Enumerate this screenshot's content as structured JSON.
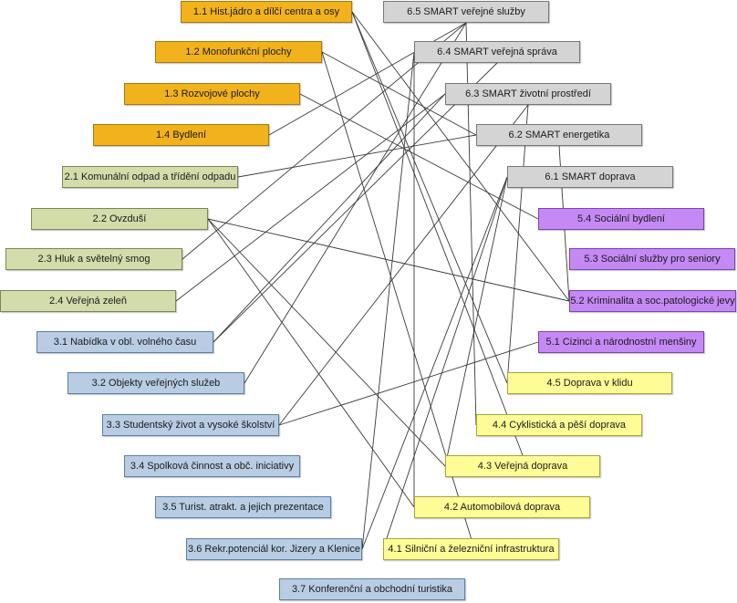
{
  "colors": {
    "group1": "#f2b21b",
    "group2": "#d3dcab",
    "group3": "#b8cde4",
    "group4": "#fdfc96",
    "group5": "#c589f5",
    "group6": "#d4d4d4",
    "connector": "#3a3a3a"
  },
  "nodes": {
    "n1_1": "1.1 Hist.jádro a dílčí centra a osy",
    "n1_2": "1.2 Monofunkční plochy",
    "n1_3": "1.3 Rozvojové plochy",
    "n1_4": "1.4 Bydlení",
    "n2_1": "2.1 Komunální odpad a třídění odpadu",
    "n2_2": "2.2 Ovzduší",
    "n2_3": "2.3 Hluk a světelný smog",
    "n2_4": "2.4 Veřejná zeleň",
    "n3_1": "3.1 Nabídka v obl. volného času",
    "n3_2": "3.2 Objekty veřejných služeb",
    "n3_3": "3.3 Studentský život a vysoké školství",
    "n3_4": "3.4 Spolková činnost a obč. iniciativy",
    "n3_5": "3.5 Turist. atrakt. a jejich prezentace",
    "n3_6": "3.6 Rekr.potenciál kor. Jizery a Klenice",
    "n3_7": "3.7 Konferenční a obchodní turistika",
    "n4_1": "4.1 Silniční a železniční infrastruktura",
    "n4_2": "4.2 Automobilová doprava",
    "n4_3": "4.3 Veřejná doprava",
    "n4_4": "4.4 Cyklistická a pěší doprava",
    "n4_5": "4.5 Doprava v klidu",
    "n5_1": "5.1 Cizinci a národnostní menšiny",
    "n5_2": "5.2 Kriminalita a soc.patologické jevy",
    "n5_3": "5.3 Sociální služby pro seniory",
    "n5_4": "5.4 Sociální bydlení",
    "n6_1": "6.1 SMART doprava",
    "n6_2": "6.2 SMART energetika",
    "n6_3": "6.3 SMART životní prostředí",
    "n6_4": "6.4 SMART veřejná správa",
    "n6_5": "6.5 SMART veřejné služby"
  }
}
